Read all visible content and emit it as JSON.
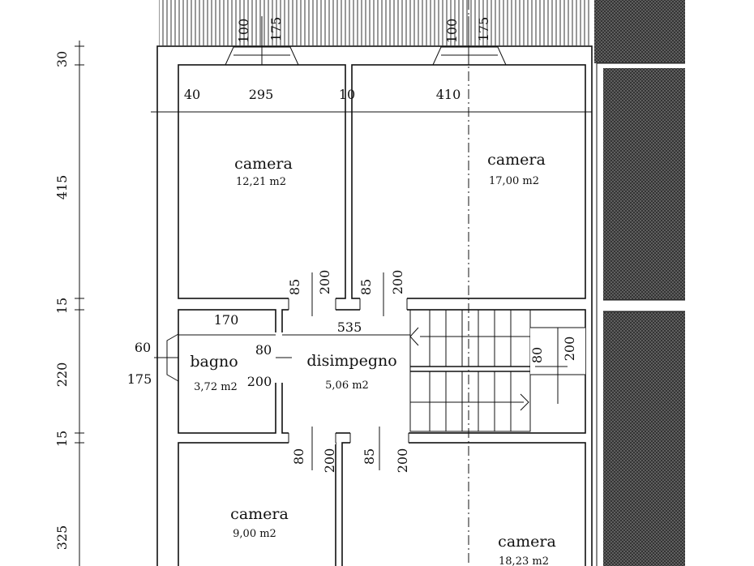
{
  "rooms": {
    "camera_top_left": {
      "name": "camera",
      "area": "12,21 m2"
    },
    "camera_top_right": {
      "name": "camera",
      "area": "17,00 m2"
    },
    "bagno": {
      "name": "bagno",
      "area": "3,72 m2"
    },
    "disimpegno": {
      "name": "disimpegno",
      "area": "5,06 m2"
    },
    "camera_bottom_left": {
      "name": "camera",
      "area": "9,00 m2"
    },
    "camera_bottom_right": {
      "name": "camera",
      "area": "18,23 m2"
    }
  },
  "dimensions": {
    "left_30": "30",
    "left_415": "415",
    "left_15a": "15",
    "left_220": "220",
    "left_15b": "15",
    "left_325": "325",
    "top_40": "40",
    "top_295": "295",
    "top_10": "10",
    "top_410": "410",
    "win1_100": "100",
    "win1_175": "175",
    "win2_100": "100",
    "win2_175": "175",
    "door1_85": "85",
    "door1_200": "200",
    "door2_85": "85",
    "door2_200": "200",
    "bagno_width_170": "170",
    "dis_width_535": "535",
    "bagno_door_80": "80",
    "bagno_door_200": "200",
    "bagno_win_60": "60",
    "bagno_win_175": "175",
    "stair_80": "80",
    "stair_200": "200",
    "door3_80": "80",
    "door3_200": "200",
    "door4_85": "85",
    "door4_200": "200"
  }
}
